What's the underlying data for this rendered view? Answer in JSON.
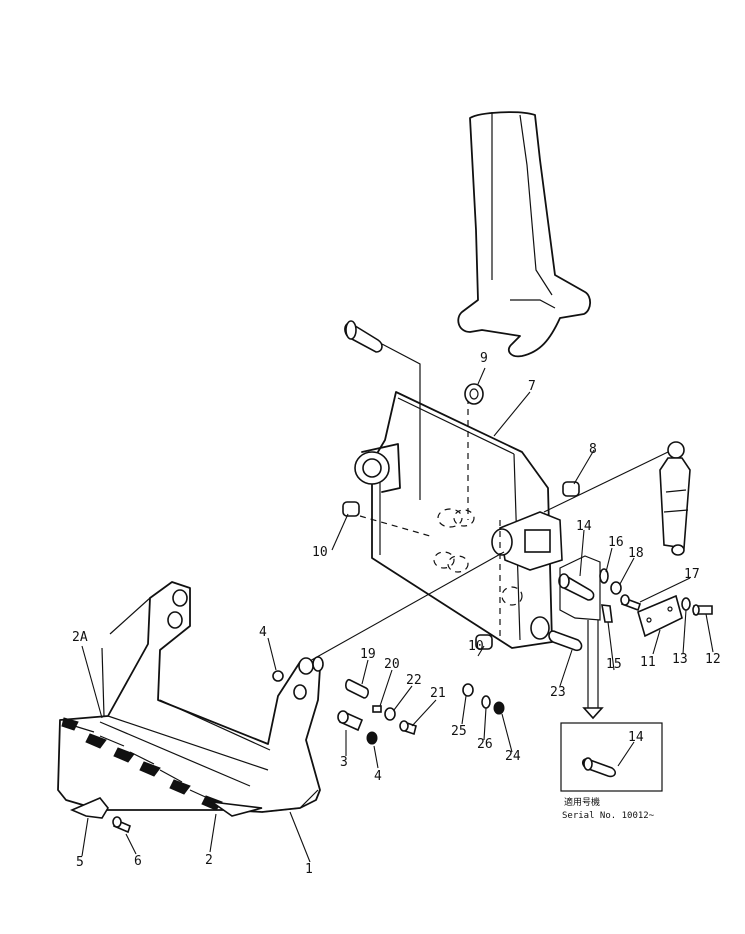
{
  "part_labels": {
    "p1": "1",
    "p2": "2",
    "p2A": "2A",
    "p3": "3",
    "p4a": "4",
    "p4b": "4",
    "p5": "5",
    "p6": "6",
    "p7": "7",
    "p8": "8",
    "p9": "9",
    "p10a": "10",
    "p10b": "10",
    "p11": "11",
    "p12": "12",
    "p13": "13",
    "p14a": "14",
    "p14b": "14",
    "p15": "15",
    "p16": "16",
    "p17": "17",
    "p18": "18",
    "p19": "19",
    "p20": "20",
    "p21": "21",
    "p22": "22",
    "p23": "23",
    "p24": "24",
    "p25": "25",
    "p26": "26"
  },
  "inset": {
    "japanese_caption": "適用号機",
    "serial_caption": "Serial No. 10012~"
  }
}
